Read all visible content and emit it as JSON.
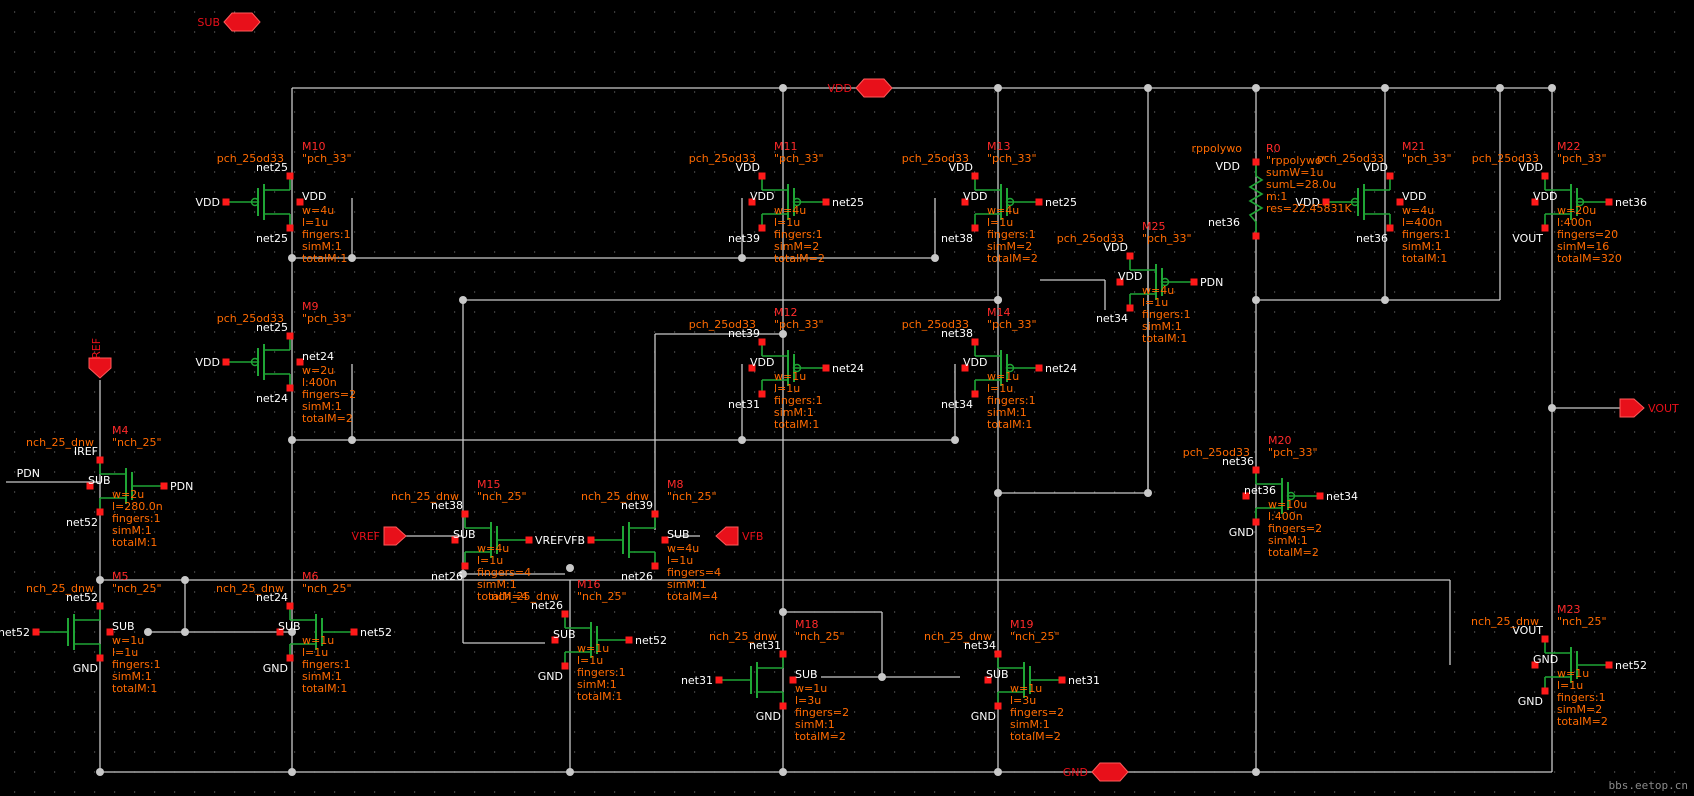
{
  "pins": [
    {
      "key": "SUB",
      "label": "SUB",
      "dir": "bidir"
    },
    {
      "key": "VDD",
      "label": "VDD",
      "dir": "bidir"
    },
    {
      "key": "GND",
      "label": "GND",
      "dir": "bidir"
    },
    {
      "key": "IREF",
      "label": "IREF",
      "dir": "in_down"
    },
    {
      "key": "VREF",
      "label": "VREF",
      "dir": "in_right"
    },
    {
      "key": "VFB",
      "label": "VFB",
      "dir": "in_left"
    },
    {
      "key": "VOUT",
      "label": "VOUT",
      "dir": "out_right"
    },
    {
      "key": "PDN",
      "label": "PDN",
      "dir": "in_right"
    }
  ],
  "devices": [
    {
      "key": "M10",
      "inst": "M10",
      "lib": "pch_25od33",
      "model": "\"pch_33\"",
      "ch": "p",
      "flip": false,
      "pins": {
        "g": "VDD",
        "d": "net25",
        "s": "net25",
        "b": "VDD"
      },
      "params": [
        "w=4u",
        "l=1u",
        "fingers:1",
        "simM:1",
        "totalM:1"
      ]
    },
    {
      "key": "M9",
      "inst": "M9",
      "lib": "pch_25od33",
      "model": "\"pch_33\"",
      "ch": "p",
      "flip": false,
      "pins": {
        "g": "VDD",
        "d": "net25",
        "s": "net24",
        "b": "net24"
      },
      "params": [
        "w=2u",
        "l:400n",
        "fingers=2",
        "simM:1",
        "totalM=2"
      ]
    },
    {
      "key": "M11",
      "inst": "M11",
      "lib": "pch_25od33",
      "model": "\"pch_33\"",
      "ch": "p",
      "flip": true,
      "pins": {
        "g": "net25",
        "d": "VDD",
        "s": "net39",
        "b": "VDD"
      },
      "params": [
        "w=4u",
        "l=1u",
        "fingers:1",
        "simM=2",
        "totalM=2"
      ]
    },
    {
      "key": "M13",
      "inst": "M13",
      "lib": "pch_25od33",
      "model": "\"pch_33\"",
      "ch": "p",
      "flip": true,
      "pins": {
        "g": "net25",
        "d": "VDD",
        "s": "net38",
        "b": "VDD"
      },
      "params": [
        "w=4u",
        "l=1u",
        "fingers:1",
        "simM=2",
        "totalM=2"
      ]
    },
    {
      "key": "M12",
      "inst": "M12",
      "lib": "pch_25od33",
      "model": "\"pch_33\"",
      "ch": "p",
      "flip": true,
      "pins": {
        "g": "net24",
        "d": "net39",
        "s": "net31",
        "b": "VDD"
      },
      "params": [
        "w=1u",
        "l=1u",
        "fingers:1",
        "simM:1",
        "totalM:1"
      ]
    },
    {
      "key": "M14",
      "inst": "M14",
      "lib": "pch_25od33",
      "model": "\"pch_33\"",
      "ch": "p",
      "flip": true,
      "pins": {
        "g": "net24",
        "d": "net38",
        "s": "net34",
        "b": "VDD"
      },
      "params": [
        "w=1u",
        "l=1u",
        "fingers:1",
        "simM:1",
        "totalM:1"
      ]
    },
    {
      "key": "M25",
      "inst": "M25",
      "lib": "pch_25od33",
      "model": "\"pch_33\"",
      "ch": "p",
      "flip": true,
      "pins": {
        "g": "PDN",
        "d": "VDD",
        "s": "net34",
        "b": "VDD"
      },
      "params": [
        "w=4u",
        "l=1u",
        "fingers:1",
        "simM:1",
        "totalM:1"
      ]
    },
    {
      "key": "M21",
      "inst": "M21",
      "lib": "pch_25od33",
      "model": "\"pch_33\"",
      "ch": "p",
      "flip": false,
      "pins": {
        "g": "VDD",
        "d": "VDD",
        "s": "net36",
        "b": "VDD"
      },
      "params": [
        "w=4u",
        "l=400n",
        "fingers:1",
        "simM:1",
        "totalM:1"
      ]
    },
    {
      "key": "M22",
      "inst": "M22",
      "lib": "pch_25od33",
      "model": "\"pch_33\"",
      "ch": "p",
      "flip": true,
      "pins": {
        "g": "net36",
        "d": "VDD",
        "s": "VOUT",
        "b": "VDD"
      },
      "params": [
        "w=20u",
        "l:400n",
        "fingers=20",
        "simM=16",
        "totalM=320"
      ]
    },
    {
      "key": "M20",
      "inst": "M20",
      "lib": "pch_25od33",
      "model": "\"pch_33\"",
      "ch": "p",
      "flip": true,
      "pins": {
        "g": "net34",
        "d": "net36",
        "s": "GND",
        "b": "net36"
      },
      "params": [
        "w=10u",
        "l:400n",
        "fingers=2",
        "simM:1",
        "totalM=2"
      ]
    },
    {
      "key": "M4",
      "inst": "M4",
      "lib": "nch_25_dnw",
      "model": "\"nch_25\"",
      "ch": "n",
      "flip": true,
      "pins": {
        "g": "PDN",
        "d": "IREF",
        "s": "net52",
        "b": "SUB"
      },
      "params": [
        "w=2u",
        "l=280.0n",
        "fingers:1",
        "simM:1",
        "totalM:1"
      ]
    },
    {
      "key": "M5",
      "inst": "M5",
      "lib": "nch_25_dnw",
      "model": "\"nch_25\"",
      "ch": "n",
      "flip": false,
      "pins": {
        "g": "net52",
        "d": "net52",
        "s": "GND",
        "b": "SUB"
      },
      "params": [
        "w=1u",
        "l=1u",
        "fingers:1",
        "simM:1",
        "totalM:1"
      ]
    },
    {
      "key": "M6",
      "inst": "M6",
      "lib": "nch_25_dnw",
      "model": "\"nch_25\"",
      "ch": "n",
      "flip": true,
      "pins": {
        "g": "net52",
        "d": "net24",
        "s": "GND",
        "b": "SUB"
      },
      "params": [
        "w=1u",
        "l=1u",
        "fingers:1",
        "simM:1",
        "totalM:1"
      ]
    },
    {
      "key": "M15",
      "inst": "M15",
      "lib": "nch_25_dnw",
      "model": "\"nch_25\"",
      "ch": "n",
      "flip": true,
      "pins": {
        "g": "VREF",
        "d": "net38",
        "s": "net26",
        "b": "SUB"
      },
      "params": [
        "w=4u",
        "l=1u",
        "fingers=4",
        "simM:1",
        "totalM=4"
      ]
    },
    {
      "key": "M8",
      "inst": "M8",
      "lib": "nch_25_dnw",
      "model": "\"nch_25\"",
      "ch": "n",
      "flip": false,
      "pins": {
        "g": "VFB",
        "d": "net39",
        "s": "net26",
        "b": "SUB"
      },
      "params": [
        "w=4u",
        "l=1u",
        "fingers=4",
        "simM:1",
        "totalM=4"
      ]
    },
    {
      "key": "M16",
      "inst": "M16",
      "lib": "nch_25_dnw",
      "model": "\"nch_25\"",
      "ch": "n",
      "flip": true,
      "pins": {
        "g": "net52",
        "d": "net26",
        "s": "GND",
        "b": "SUB"
      },
      "params": [
        "w=1u",
        "l=1u",
        "fingers:1",
        "simM:1",
        "totalM:1"
      ]
    },
    {
      "key": "M18",
      "inst": "M18",
      "lib": "nch_25_dnw",
      "model": "\"nch_25\"",
      "ch": "n",
      "flip": false,
      "pins": {
        "g": "net31",
        "d": "net31",
        "s": "GND",
        "b": "SUB"
      },
      "params": [
        "w=1u",
        "l=3u",
        "fingers=2",
        "simM:1",
        "totalM=2"
      ]
    },
    {
      "key": "M19",
      "inst": "M19",
      "lib": "nch_25_dnw",
      "model": "\"nch_25\"",
      "ch": "n",
      "flip": true,
      "pins": {
        "g": "net31",
        "d": "net34",
        "s": "GND",
        "b": "SUB"
      },
      "params": [
        "w=1u",
        "l=3u",
        "fingers=2",
        "simM:1",
        "totalM=2"
      ]
    },
    {
      "key": "M23",
      "inst": "M23",
      "lib": "nch_25_dnw",
      "model": "\"nch_25\"",
      "ch": "n",
      "flip": true,
      "pins": {
        "g": "net52",
        "d": "VOUT",
        "s": "GND",
        "b": "GND"
      },
      "params": [
        "w=1u",
        "l=1u",
        "fingers:1",
        "simM=2",
        "totalM=2"
      ]
    }
  ],
  "resistor": {
    "inst": "R0",
    "lib": "rppolywo",
    "model": "\"rppolywo\"",
    "pins": {
      "p": "VDD",
      "n": "net36"
    },
    "params": [
      "sumW=1u",
      "sumL=28.0u",
      "m:1",
      "res=22.45831K"
    ]
  },
  "watermark": "bbs.eetop.cn"
}
